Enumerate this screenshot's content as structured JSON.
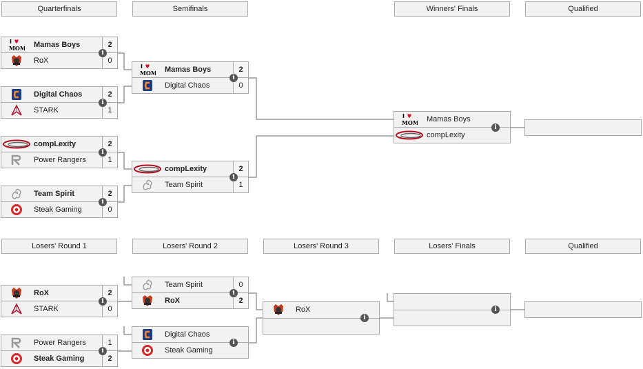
{
  "headers": {
    "upper": [
      "Quarterfinals",
      "Semifinals",
      "Winners' Finals",
      "Qualified"
    ],
    "lower": [
      "Losers' Round 1",
      "Losers' Round 2",
      "Losers' Round 3",
      "Losers' Finals",
      "Qualified"
    ]
  },
  "upper": {
    "qf1": [
      {
        "name": "Mamas Boys",
        "score": "2"
      },
      {
        "name": "RoX",
        "score": "0"
      }
    ],
    "qf2": [
      {
        "name": "Digital Chaos",
        "score": "2"
      },
      {
        "name": "STARK",
        "score": "1"
      }
    ],
    "qf3": [
      {
        "name": "compLexity",
        "score": "2"
      },
      {
        "name": "Power Rangers",
        "score": "1"
      }
    ],
    "qf4": [
      {
        "name": "Team Spirit",
        "score": "2"
      },
      {
        "name": "Steak Gaming",
        "score": "0"
      }
    ],
    "sf1": [
      {
        "name": "Mamas Boys",
        "score": "2"
      },
      {
        "name": "Digital Chaos",
        "score": "0"
      }
    ],
    "sf2": [
      {
        "name": "compLexity",
        "score": "2"
      },
      {
        "name": "Team Spirit",
        "score": "1"
      }
    ],
    "wf": [
      {
        "name": "Mamas Boys"
      },
      {
        "name": "compLexity"
      }
    ]
  },
  "lower": {
    "lr1a": [
      {
        "name": "RoX",
        "score": "2"
      },
      {
        "name": "STARK",
        "score": "0"
      }
    ],
    "lr1b": [
      {
        "name": "Power Rangers",
        "score": "1"
      },
      {
        "name": "Steak Gaming",
        "score": "2"
      }
    ],
    "lr2a": [
      {
        "name": "Team Spirit",
        "score": "0"
      },
      {
        "name": "RoX",
        "score": "2"
      }
    ],
    "lr2b": [
      {
        "name": "Digital Chaos"
      },
      {
        "name": "Steak Gaming"
      }
    ],
    "lr3": {
      "name": "RoX"
    }
  },
  "icons": {
    "info": "i",
    "mom_text": "MOM"
  },
  "colors": {
    "box_bg": "#f2f2f2",
    "border": "#aaaaaa",
    "line": "#888888",
    "info_bg": "#555555"
  }
}
